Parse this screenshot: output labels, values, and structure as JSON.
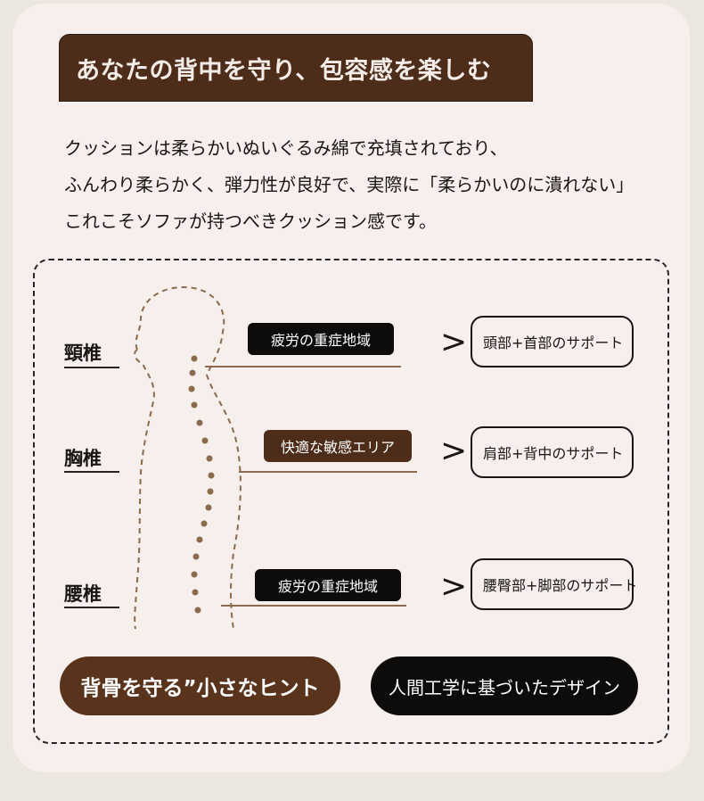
{
  "title": "あなたの背中を守り、包容感を楽しむ",
  "intro": [
    "クッションは柔らかいぬいぐるみ綿で充填されており、",
    "ふんわり柔らかく、弾力性が良好で、実際に「柔らかいのに潰れない」",
    "これこそソファが持つべきクッション感です。"
  ],
  "regions": [
    {
      "label": "頸椎",
      "tag": "疲労の重症地域",
      "support": "頭部+首部のサポート"
    },
    {
      "label": "胸椎",
      "tag": "快適な敏感エリア",
      "support": "肩部+背中のサポート"
    },
    {
      "label": "腰椎",
      "tag": "疲労の重症地域",
      "support": "腰臀部+脚部のサポート"
    }
  ],
  "chevron": ">",
  "footer": {
    "left_pill": "背骨を守る”小さなヒント",
    "right_pill": "人間工学に基づいたデザイン"
  },
  "colors": {
    "brown": "#4d2d1a",
    "black": "#0e0c0b",
    "card": "#f6efeb",
    "spine_dots": "#8b6a4e"
  }
}
